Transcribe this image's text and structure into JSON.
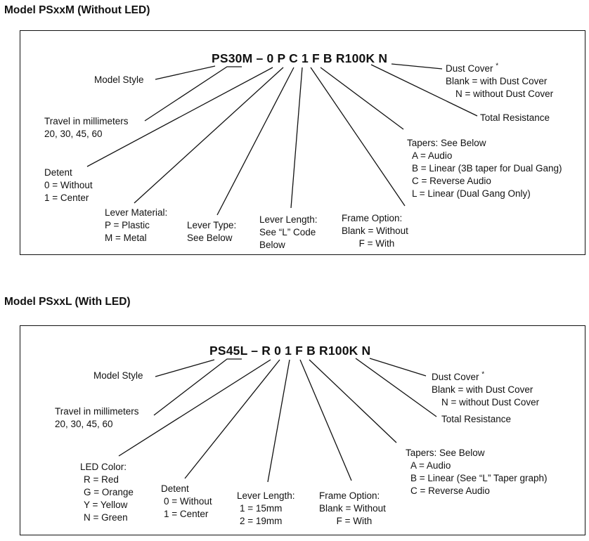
{
  "sections": [
    {
      "title": "Model PSxxM (Without LED)",
      "part_number": {
        "prefix": "PS",
        "travel": "30",
        "rest": "M – 0 P C 1 F B R100K N"
      },
      "labels": {
        "model_style": "Model Style",
        "travel": [
          "Travel in millimeters",
          "20, 30, 45, 60"
        ],
        "detent": [
          "Detent",
          "0 = Without",
          "1 = Center"
        ],
        "lever_material": [
          "Lever Material:",
          "P = Plastic",
          "M = Metal"
        ],
        "lever_type": [
          "Lever Type:",
          "See Below"
        ],
        "lever_length": [
          "Lever Length:",
          "See “L” Code",
          "Below"
        ],
        "frame_option": [
          "Frame Option:",
          "Blank = Without",
          "F = With"
        ],
        "tapers": [
          "Tapers: See Below",
          "A = Audio",
          "B = Linear (3B taper for Dual Gang)",
          "C = Reverse Audio",
          "L = Linear (Dual Gang Only)"
        ],
        "total_resistance": "Total Resistance",
        "dust_cover_title": "Dust Cover ",
        "dust_cover_star": "*",
        "dust_cover": [
          "Blank = with Dust Cover",
          "N = without Dust Cover"
        ]
      }
    },
    {
      "title": "Model PSxxL (With LED)",
      "part_number": {
        "prefix": "PS",
        "travel": "45",
        "rest": "L – R 0 1 F B R100K N"
      },
      "labels": {
        "model_style": "Model Style",
        "travel": [
          "Travel in millimeters",
          "20, 30, 45, 60"
        ],
        "led_color": [
          "LED Color:",
          "R = Red",
          "G = Orange",
          "Y = Yellow",
          "N = Green"
        ],
        "detent": [
          "Detent",
          "0 = Without",
          "1 = Center"
        ],
        "lever_length": [
          "Lever Length:",
          "1 = 15mm",
          "2 = 19mm"
        ],
        "frame_option": [
          "Frame Option:",
          "Blank = Without",
          "F = With"
        ],
        "tapers": [
          "Tapers: See Below",
          "A = Audio",
          "B = Linear (See “L” Taper graph)",
          "C = Reverse Audio"
        ],
        "total_resistance": "Total Resistance",
        "dust_cover_title": "Dust Cover ",
        "dust_cover_star": "*",
        "dust_cover": [
          "Blank = with Dust Cover",
          "N = without Dust Cover"
        ]
      }
    }
  ]
}
